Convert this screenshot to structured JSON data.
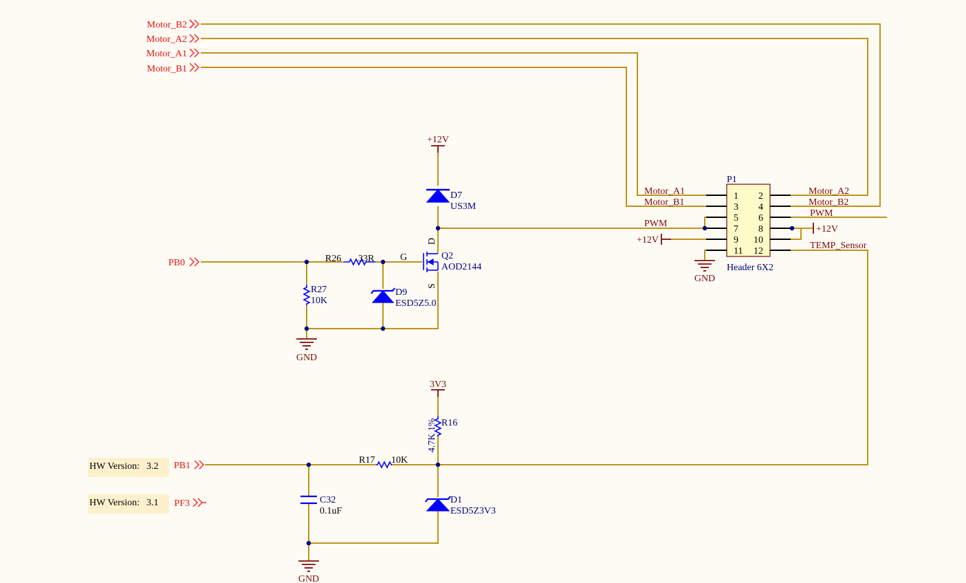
{
  "ports": {
    "motor_b2": "Motor_B2",
    "motor_a2": "Motor_A2",
    "motor_a1": "Motor_A1",
    "motor_b1": "Motor_B1",
    "pb0": "PB0",
    "pb1": "PB1",
    "pf3": "PF3"
  },
  "power": {
    "v12_top": "+12V",
    "v12_hdr_left": "+12V",
    "v12_hdr_right": "+12V",
    "v3v3": "3V3",
    "gnd_hdr": "GND",
    "gnd_q2": "GND",
    "gnd_c32": "GND"
  },
  "components": {
    "d7": {
      "ref": "D7",
      "value": "US3M"
    },
    "q2": {
      "ref": "Q2",
      "value": "AOD2144",
      "pin_d": "D",
      "pin_g": "G",
      "pin_s": "S"
    },
    "r26": {
      "ref": "R26",
      "value": "33R"
    },
    "r27": {
      "ref": "R27",
      "value": "10K"
    },
    "d9": {
      "ref": "D9",
      "value": "ESD5Z5.0"
    },
    "r16": {
      "ref": "R16",
      "value": "4.7K 1%"
    },
    "r17": {
      "ref": "R17",
      "value": "10K"
    },
    "c32": {
      "ref": "C32",
      "value": "0.1uF"
    },
    "d1": {
      "ref": "D1",
      "value": "ESD5Z3V3"
    },
    "p1": {
      "ref": "P1",
      "value": "Header 6X2",
      "pins_left": [
        "1",
        "3",
        "5",
        "7",
        "9",
        "11"
      ],
      "pins_right": [
        "2",
        "4",
        "6",
        "8",
        "10",
        "12"
      ]
    }
  },
  "nets": {
    "motor_a1": "Motor_A1",
    "motor_b1": "Motor_B1",
    "motor_a2": "Motor_A2",
    "motor_b2": "Motor_B2",
    "pwm_left": "PWM",
    "pwm_right": "PWM",
    "temp_sensor": "TEMP_Sensor"
  },
  "notes": {
    "hw32_label": "HW Version:",
    "hw32_value": "3.2",
    "hw31_label": "HW Version:",
    "hw31_value": "3.1"
  },
  "colors": {
    "background": "#fefbf4",
    "wire": "#c09317",
    "component": "#0000ff",
    "port_label": "#e8120e",
    "designator": "#000080",
    "power": "#7b0a0a"
  }
}
